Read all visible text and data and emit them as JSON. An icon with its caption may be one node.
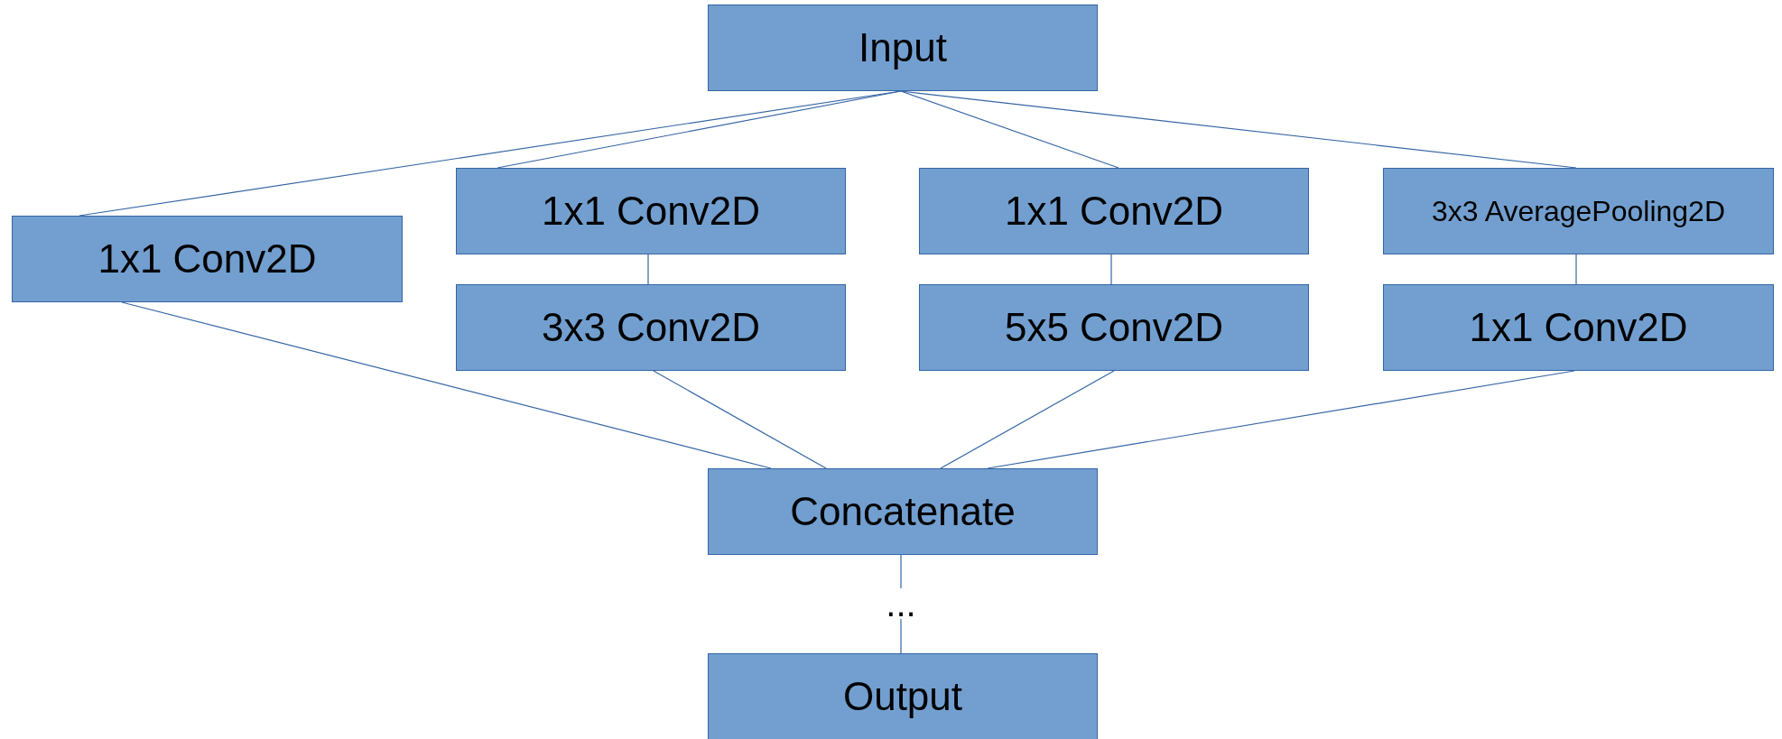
{
  "diagram": {
    "nodes": [
      {
        "text": [
          "Input"
        ]
      },
      {
        "text": [
          "1x1 Conv2D"
        ]
      },
      {
        "text": [
          "1x1 Conv2D"
        ]
      },
      {
        "text": [
          "3x3 Conv2D"
        ]
      },
      {
        "text": [
          "1x1 Conv2D"
        ]
      },
      {
        "text": [
          "5x5 Conv2D"
        ]
      },
      {
        "text": [
          "3x3 AveragePooling2D"
        ]
      },
      {
        "text": [
          "1x1 Conv2D"
        ]
      },
      {
        "text": [
          "Concatenate"
        ]
      },
      {
        "text": [
          "..."
        ]
      },
      {
        "text": [
          "Output"
        ]
      }
    ],
    "edges": [
      {
        "from": 0,
        "to": 1,
        "arrow": "none"
      },
      {
        "from": 0,
        "to": 2,
        "arrow": "none"
      },
      {
        "from": 0,
        "to": 4,
        "arrow": "none"
      },
      {
        "from": 0,
        "to": 6,
        "arrow": "none"
      },
      {
        "from": 2,
        "to": 3,
        "arrow": "none"
      },
      {
        "from": 4,
        "to": 5,
        "arrow": "none"
      },
      {
        "from": 6,
        "to": 7,
        "arrow": "none"
      },
      {
        "from": 1,
        "to": 8,
        "arrow": "none"
      },
      {
        "from": 3,
        "to": 8,
        "arrow": "none"
      },
      {
        "from": 5,
        "to": 8,
        "arrow": "none"
      },
      {
        "from": 7,
        "to": 8,
        "arrow": "none"
      },
      {
        "from": 8,
        "to": 9,
        "arrow": "none"
      },
      {
        "from": 9,
        "to": 10,
        "arrow": "none"
      }
    ]
  }
}
